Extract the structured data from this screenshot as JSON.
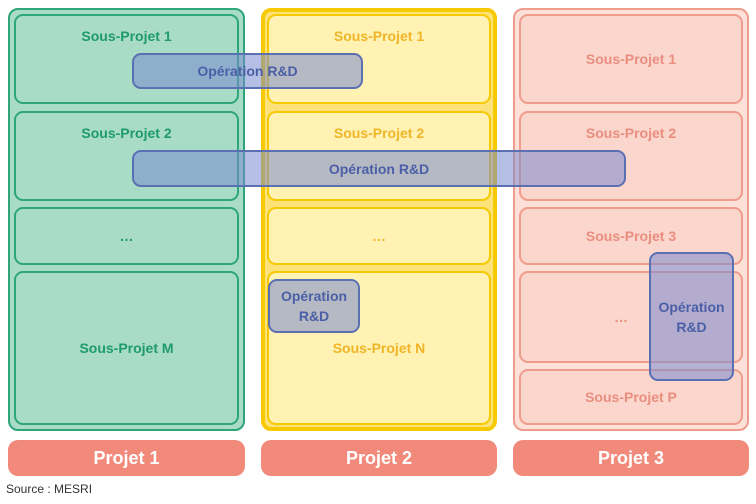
{
  "projects": [
    {
      "label": "Projet 1",
      "subprojects": [
        "Sous-Projet 1",
        "Sous-Projet 2",
        "…",
        "Sous-Projet M"
      ]
    },
    {
      "label": "Projet 2",
      "subprojects": [
        "Sous-Projet 1",
        "Sous-Projet 2",
        "…",
        "Sous-Projet N"
      ]
    },
    {
      "label": "Projet 3",
      "subprojects": [
        "Sous-Projet 1",
        "Sous-Projet 2",
        "Sous-Projet 3",
        "…",
        "Sous-Projet P"
      ]
    }
  ],
  "operations": [
    "Opération R&D",
    "Opération R&D",
    "Opération R&D",
    "Opération R&D"
  ],
  "source": "Source : MESRI",
  "colors": {
    "project1": "#2ea57c",
    "project2": "#f7c900",
    "project3": "#ee9c8c",
    "operation": "#5b70b2",
    "project_bar": "#f28a7b"
  }
}
